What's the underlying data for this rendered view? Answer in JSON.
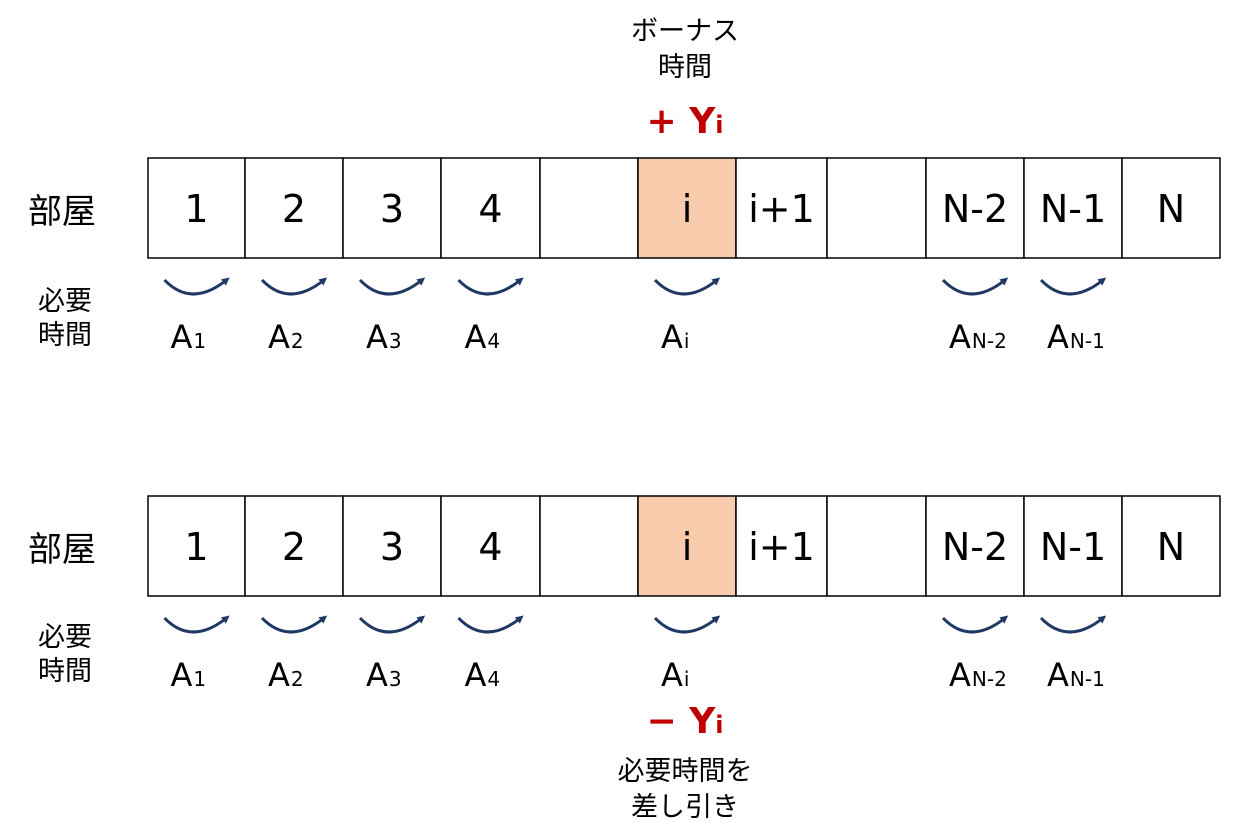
{
  "colors": {
    "highlight_fill": "#f8cbad",
    "border": "#000000",
    "arrow": "#1f3864",
    "accent": "#c00000"
  },
  "top": {
    "bonus_caption": [
      "ボーナス",
      "時間"
    ],
    "bonus_value": {
      "sign": "+",
      "var": "Y",
      "sub": "i"
    },
    "row_label": "部屋",
    "time_label": [
      "必要",
      "時間"
    ],
    "rooms": [
      "1",
      "2",
      "3",
      "4",
      "",
      "i",
      "i+1",
      "",
      "N-2",
      "N-1",
      "N"
    ],
    "highlight_index": 5,
    "costs": [
      {
        "var": "A",
        "sub": "1"
      },
      {
        "var": "A",
        "sub": "2"
      },
      {
        "var": "A",
        "sub": "3"
      },
      {
        "var": "A",
        "sub": "4"
      },
      {
        "var": "A",
        "sub": "i"
      },
      {
        "var": "A",
        "sub": "N-2"
      },
      {
        "var": "A",
        "sub": "N-1"
      }
    ]
  },
  "bottom": {
    "row_label": "部屋",
    "time_label": [
      "必要",
      "時間"
    ],
    "rooms": [
      "1",
      "2",
      "3",
      "4",
      "",
      "i",
      "i+1",
      "",
      "N-2",
      "N-1",
      "N"
    ],
    "highlight_index": 5,
    "costs": [
      {
        "var": "A",
        "sub": "1"
      },
      {
        "var": "A",
        "sub": "2"
      },
      {
        "var": "A",
        "sub": "3"
      },
      {
        "var": "A",
        "sub": "4"
      },
      {
        "var": "A",
        "sub": "i"
      },
      {
        "var": "A",
        "sub": "N-2"
      },
      {
        "var": "A",
        "sub": "N-1"
      }
    ],
    "penalty_value": {
      "sign": "−",
      "var": "Y",
      "sub": "i"
    },
    "penalty_caption": [
      "必要時間を",
      "差し引き"
    ]
  }
}
